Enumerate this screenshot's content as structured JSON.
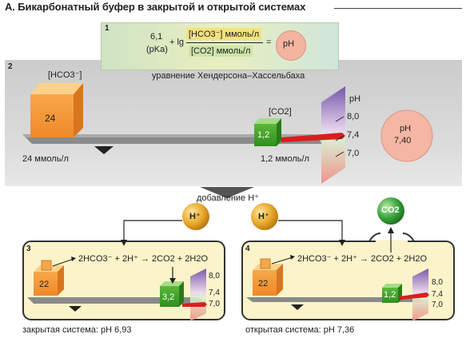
{
  "title": "А. Бикарбонатный буфер в закрытой и открытой системах",
  "panels": {
    "p1": "1",
    "p2": "2",
    "p3": "3",
    "p4": "4"
  },
  "equation": {
    "pk_value": "6,1",
    "pk_symbol": "(pKa)",
    "plus_lg": "+ lg",
    "numerator": "[HCO3⁻] ммоль/л",
    "denominator": "[CO2] ммоль/л",
    "equals": "=",
    "result": "pH",
    "caption": "уравнение Хендерсона–Хассельбаха"
  },
  "equilibrium": {
    "hco3_label": "[HCO3⁻]",
    "hco3_value": "24",
    "hco3_conc": "24 ммоль/л",
    "co2_label": "[CO2]",
    "co2_value": "1,2",
    "co2_conc": "1,2 ммоль/л",
    "ph_label": "pH",
    "scale": [
      "8,0",
      "7,4",
      "7,0"
    ],
    "result_label": "pH",
    "result_value": "7,40"
  },
  "addition": "добавление H⁺",
  "ion_h": "H⁺",
  "ion_co2": "CO2",
  "reaction": "2HCO3⁻ + 2H⁺ → 2CO2 + 2H2O",
  "closed": {
    "hco3_value": "22",
    "co2_value": "3,2",
    "scale": [
      "8,0",
      "7,4",
      "7,0"
    ],
    "caption": "закрытая система: pH 6,93"
  },
  "open": {
    "hco3_value": "22",
    "co2_value": "1,2",
    "scale": [
      "8,0",
      "7,4",
      "7,0"
    ],
    "caption": "открытая система: pH 7,36"
  }
}
